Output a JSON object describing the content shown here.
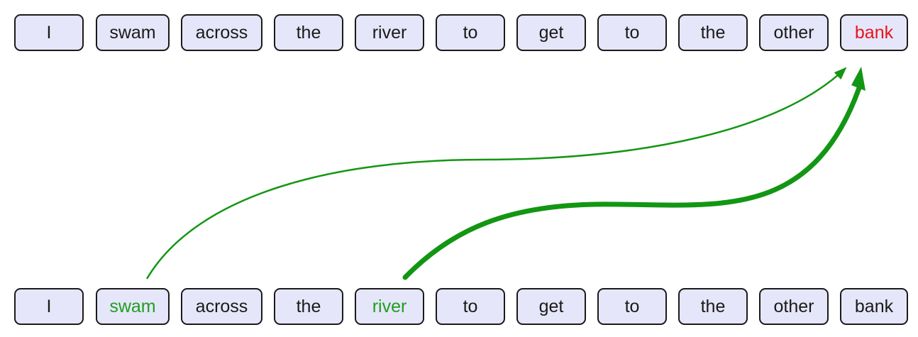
{
  "top_row": {
    "tokens": [
      "I",
      "swam",
      "across",
      "the",
      "river",
      "to",
      "get",
      "to",
      "the",
      "other",
      "bank"
    ],
    "highlight_index": 10,
    "highlight_color": "#e8141c"
  },
  "bottom_row": {
    "tokens": [
      "I",
      "swam",
      "across",
      "the",
      "river",
      "to",
      "get",
      "to",
      "the",
      "other",
      "bank"
    ],
    "highlight_indices": [
      1,
      4
    ],
    "highlight_color": "#1f9e1f"
  },
  "colors": {
    "token_fill": "#e6e6fa",
    "token_border": "#1a1a1a",
    "arrow": "#139613"
  },
  "attention_arrows": [
    {
      "from_token": "swam",
      "to_token": "bank",
      "weight": "thin"
    },
    {
      "from_token": "river",
      "to_token": "bank",
      "weight": "thick"
    }
  ]
}
